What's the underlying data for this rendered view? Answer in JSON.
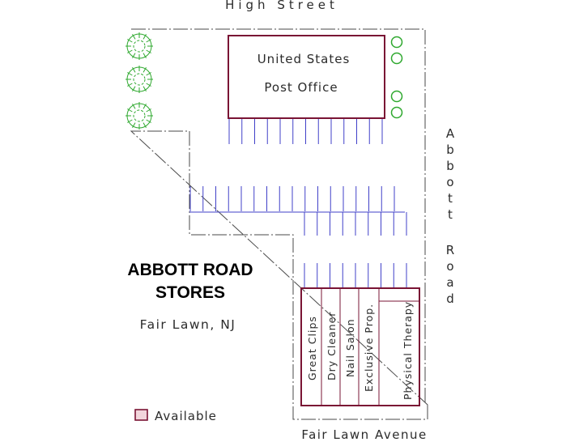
{
  "streets": {
    "north": "High Street",
    "east_line1": "Abbott",
    "east_line2": "Road",
    "south": "Fair Lawn Avenue"
  },
  "post_office": {
    "line1": "United States",
    "line2": "Post Office"
  },
  "tenants": [
    "Great Clips",
    "Dry Cleaner",
    "Nail Salon",
    "Exclusive Prop.",
    "Physical Therapy"
  ],
  "title": {
    "line1": "ABBOTT ROAD",
    "line2": "STORES",
    "location": "Fair Lawn, NJ"
  },
  "legend": {
    "available_label": "Available"
  },
  "colors": {
    "building_outline": "#7a1434",
    "parking_stripes": "#4040c8",
    "trees": "#2ea82e",
    "lot_line": "#4a4a4a",
    "available_fill": "#f2d6dc"
  }
}
